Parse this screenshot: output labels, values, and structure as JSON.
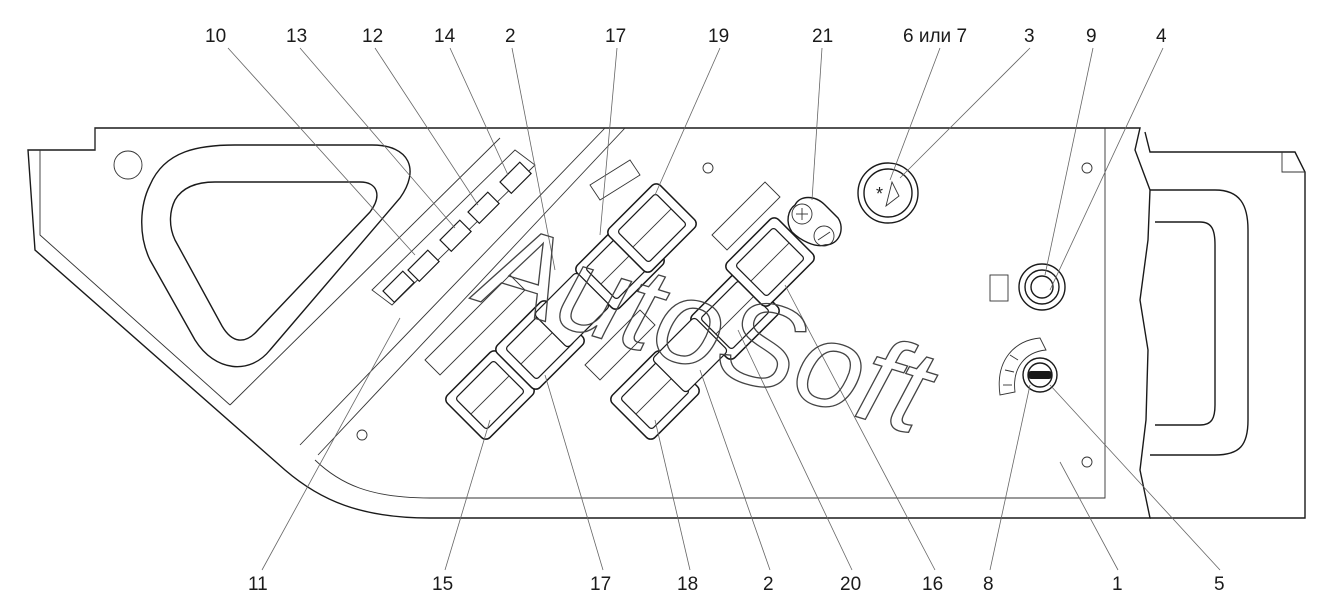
{
  "figure": {
    "callouts_top": [
      {
        "id": "top-10",
        "label": "10"
      },
      {
        "id": "top-13",
        "label": "13"
      },
      {
        "id": "top-12",
        "label": "12"
      },
      {
        "id": "top-14",
        "label": "14"
      },
      {
        "id": "top-2",
        "label": "2"
      },
      {
        "id": "top-17",
        "label": "17"
      },
      {
        "id": "top-19",
        "label": "19"
      },
      {
        "id": "top-21",
        "label": "21"
      },
      {
        "id": "top-6or7",
        "label": "6 или 7"
      },
      {
        "id": "top-3",
        "label": "3"
      },
      {
        "id": "top-9",
        "label": "9"
      },
      {
        "id": "top-4",
        "label": "4"
      }
    ],
    "callouts_bottom": [
      {
        "id": "bot-11",
        "label": "11"
      },
      {
        "id": "bot-15",
        "label": "15"
      },
      {
        "id": "bot-17",
        "label": "17"
      },
      {
        "id": "bot-18",
        "label": "18"
      },
      {
        "id": "bot-2",
        "label": "2"
      },
      {
        "id": "bot-20",
        "label": "20"
      },
      {
        "id": "bot-16",
        "label": "16"
      },
      {
        "id": "bot-8",
        "label": "8"
      },
      {
        "id": "bot-1",
        "label": "1"
      },
      {
        "id": "bot-5",
        "label": "5"
      }
    ],
    "watermark": "AutoSoft"
  }
}
